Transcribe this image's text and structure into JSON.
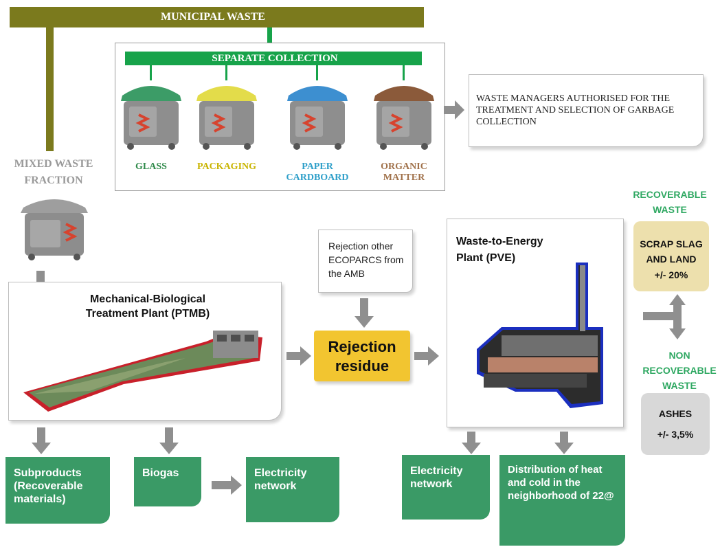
{
  "header": {
    "municipal_waste": "MUNICIPAL WASTE",
    "separate_collection": "SEPARATE COLLECTION"
  },
  "bins": [
    {
      "label": "GLASS",
      "color": "#2f8a4a",
      "lid": "#3c9c67"
    },
    {
      "label": "PACKAGING",
      "color": "#c9b400",
      "lid": "#e3dc4a"
    },
    {
      "label": "PAPER CARDBOARD",
      "color": "#2e9fc9",
      "lid": "#3d8fd0"
    },
    {
      "label": "ORGANIC MATTER",
      "color": "#a0714a",
      "lid": "#8b5a3a"
    }
  ],
  "waste_managers": "WASTE MANAGERS AUTHORISED FOR THE TREATMENT AND SELECTION OF GARBAGE COLLECTION",
  "mixed_fraction": "MIXED WASTE FRACTION",
  "ptmb_title": "Mechanical-Biological Treatment Plant (PTMB)",
  "rejection_other": "Rejection other ECOPARCS from the AMB",
  "rejection_residue": "Rejection residue",
  "pve_title": "Waste-to-Energy Plant (PVE)",
  "recoverable": {
    "title": "RECOVERABLE WASTE",
    "box_text": "SCRAP SLAG AND LAND",
    "percent": "+/- 20%"
  },
  "non_recoverable": {
    "title": "NON RECOVERABLE WASTE",
    "box_text": "ASHES",
    "percent": "+/- 3,5%"
  },
  "outputs": {
    "subproducts": "Subproducts (Recoverable materials)",
    "biogas": "Biogas",
    "electricity_1": "Electricity network",
    "electricity_2": "Electricity network",
    "distribution": "Distribution of heat and cold in the neighborhood of 22@"
  },
  "colors": {
    "olive": "#7b7a1d",
    "green_bar": "#17a34a",
    "green_box": "#3a9a66",
    "yellow": "#f2c530",
    "recoverable_fill": "#ede0ad",
    "ashes_fill": "#d8d8d8",
    "label_green": "#2fa862",
    "arrow_gray": "#8f8f8f"
  }
}
